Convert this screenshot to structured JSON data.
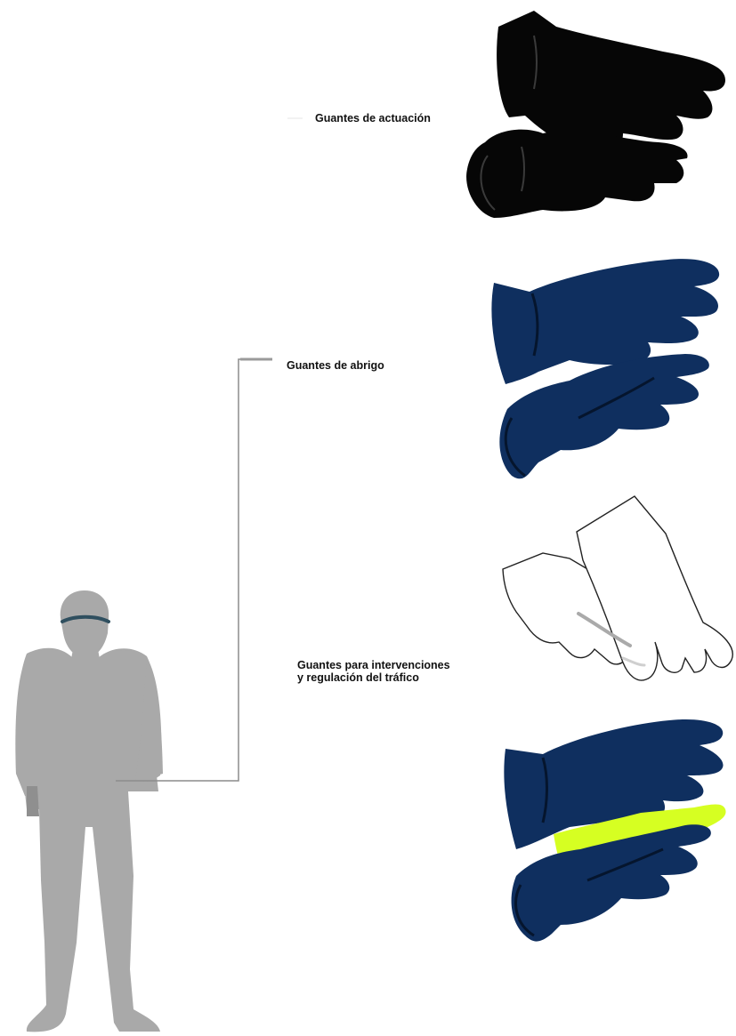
{
  "labels": {
    "actuacion": "Guantes de actuación",
    "abrigo": "Guantes de abrigo",
    "intervenciones_line1": "Guantes para intervenciones",
    "intervenciones_line2": "y regulación del tráfico"
  },
  "colors": {
    "background": "#ffffff",
    "silhouette": "#a9a9a9",
    "head_band": "#2f4f5f",
    "connector": "#8c8c8c",
    "glove_black": "#060606",
    "glove_black_trim": "#3a3a3a",
    "glove_navy": "#0f2f5f",
    "glove_navy_trim": "#05152d",
    "glove_white_fill": "#ffffff",
    "glove_white_stroke": "#222222",
    "hi_vis_yellow": "#d6ff22"
  },
  "items": [
    {
      "name": "guantes-actuacion",
      "glove": "black-leather-gloves"
    },
    {
      "name": "guantes-abrigo",
      "glove": "navy-winter-gloves"
    },
    {
      "name": "guantes-intervenciones",
      "glove": "white-gauntlet-gloves"
    },
    {
      "name": "guantes-trafico",
      "glove": "navy-hi-vis-gloves"
    }
  ]
}
